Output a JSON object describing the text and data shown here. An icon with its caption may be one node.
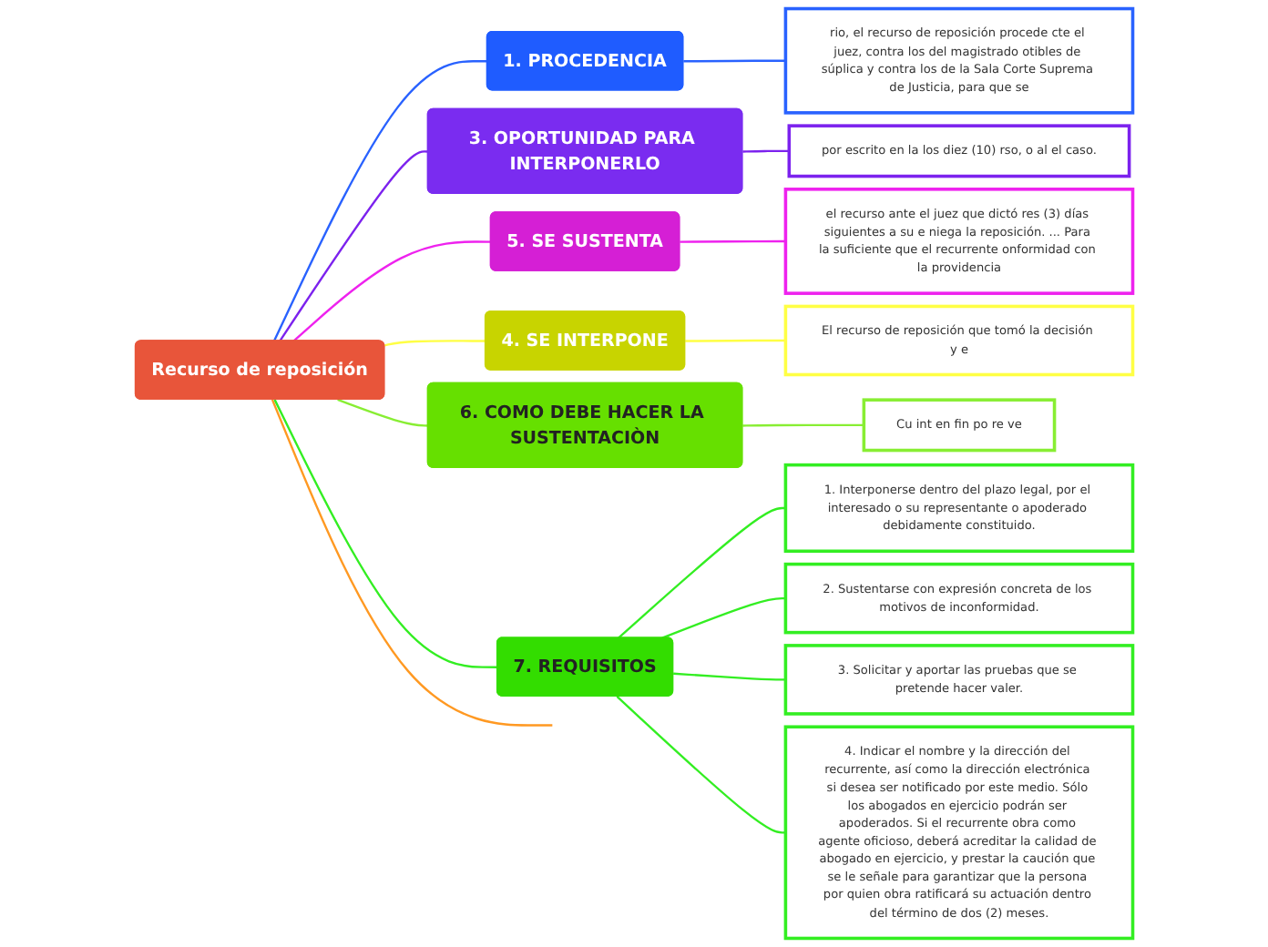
{
  "diagram": {
    "nodes": [
      {
        "text": [
          "Recurso de reposición"
        ]
      },
      {
        "text": [
          "1. PROCEDENCIA"
        ]
      },
      {
        "text": [
          "rio, el recurso de reposición procede cte el juez, contra los del magistrado otibles de súplica y contra los de la Sala Corte Suprema de Justicia, para que se"
        ]
      },
      {
        "text": [
          "3. OPORTUNIDAD PARA INTERPONERLO"
        ]
      },
      {
        "text": [
          "por escrito en la los diez (10) rso, o al el caso."
        ]
      },
      {
        "text": [
          "5. SE SUSTENTA"
        ]
      },
      {
        "text": [
          "el recurso ante el juez que dictó res (3) días siguientes a su e niega la reposición. ... Para la suficiente que el recurrente onformidad con la providencia"
        ]
      },
      {
        "text": [
          "4. SE INTERPONE"
        ]
      },
      {
        "text": [
          "El recurso de reposición que tomó la decisión y e"
        ]
      },
      {
        "text": [
          "6. COMO DEBE HACER LA SUSTENTACIÒN"
        ]
      },
      {
        "text": [
          "Cu int en fin po re ve"
        ]
      },
      {
        "text": [
          "7. REQUISITOS"
        ]
      },
      {
        "text": [
          "1. Interponerse dentro del plazo legal, por el interesado o su representante o apoderado debidamente constituido."
        ]
      },
      {
        "text": [
          "2. Sustentarse con expresión concreta de los motivos de inconformidad."
        ]
      },
      {
        "text": [
          "3. Solicitar y aportar las pruebas que se pretende hacer valer."
        ]
      },
      {
        "text": [
          "4. Indicar el nombre y la dirección del recurrente, así como la dirección electrónica si desea ser notificado por este medio. Sólo los abogados en ejercicio podrán ser apoderados. Si el recurrente obra como agente oficioso, deberá acreditar la calidad de abogado en ejercicio, y prestar la caución que se le señale para garantizar que la persona por quien obra ratificará su actuación dentro del término de dos (2) meses."
        ]
      }
    ],
    "edges": [
      {
        "from": 0,
        "to": 1,
        "arrow": "none",
        "color": "#2962ff"
      },
      {
        "from": 1,
        "to": 2,
        "arrow": "none",
        "color": "#2962ff"
      },
      {
        "from": 0,
        "to": 3,
        "arrow": "none",
        "color": "#7c22ee"
      },
      {
        "from": 3,
        "to": 4,
        "arrow": "none",
        "color": "#7c22ee"
      },
      {
        "from": 0,
        "to": 5,
        "arrow": "none",
        "color": "#ee22ee"
      },
      {
        "from": 5,
        "to": 6,
        "arrow": "none",
        "color": "#ee22ee"
      },
      {
        "from": 0,
        "to": null,
        "arrow": "none",
        "color": "#ff9922"
      },
      {
        "from": 0,
        "to": 7,
        "arrow": "none",
        "color": "#ffff44"
      },
      {
        "from": 7,
        "to": 8,
        "arrow": "none",
        "color": "#ffff44"
      },
      {
        "from": 0,
        "to": 9,
        "arrow": "none",
        "color": "#88ee33"
      },
      {
        "from": 9,
        "to": 10,
        "arrow": "none",
        "color": "#88ee33"
      },
      {
        "from": 0,
        "to": 11,
        "arrow": "none",
        "color": "#33ee22"
      },
      {
        "from": 11,
        "to": 12,
        "arrow": "none",
        "color": "#33ee22"
      },
      {
        "from": 11,
        "to": 13,
        "arrow": "none",
        "color": "#33ee22"
      },
      {
        "from": 11,
        "to": 14,
        "arrow": "none",
        "color": "#33ee22"
      },
      {
        "from": 11,
        "to": 15,
        "arrow": "none",
        "color": "#33ee22"
      }
    ]
  }
}
